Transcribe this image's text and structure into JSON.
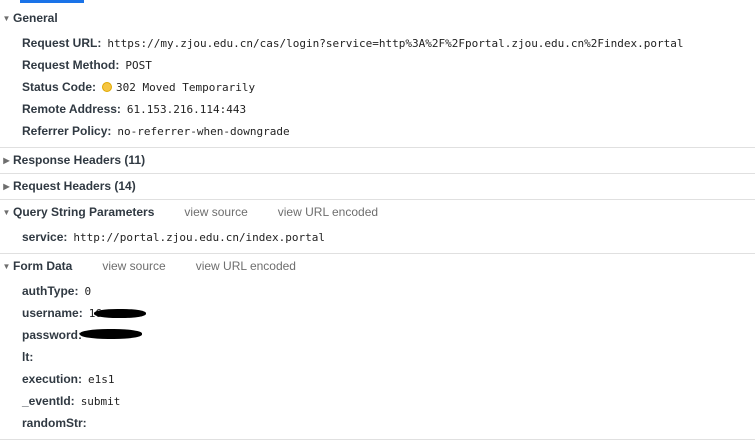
{
  "general": {
    "title": "General",
    "rows": [
      {
        "label": "Request URL:",
        "value": "https://my.zjou.edu.cn/cas/login?service=http%3A%2F%2Fportal.zjou.edu.cn%2Findex.portal"
      },
      {
        "label": "Request Method:",
        "value": "POST"
      },
      {
        "label": "Status Code:",
        "value": "302 Moved Temporarily"
      },
      {
        "label": "Remote Address:",
        "value": "61.153.216.114:443"
      },
      {
        "label": "Referrer Policy:",
        "value": "no-referrer-when-downgrade"
      }
    ],
    "status_color": "#f5c542"
  },
  "response_headers": {
    "title": "Response Headers (11)"
  },
  "request_headers": {
    "title": "Request Headers (14)"
  },
  "query_string": {
    "title": "Query String Parameters",
    "view_source": "view source",
    "view_url_encoded": "view URL encoded",
    "rows": [
      {
        "label": "service:",
        "value": "http://portal.zjou.edu.cn/index.portal"
      }
    ]
  },
  "form_data": {
    "title": "Form Data",
    "view_source": "view source",
    "view_url_encoded": "view URL encoded",
    "rows": [
      {
        "label": "authType:",
        "value": "0"
      },
      {
        "label": "username:",
        "value": "16"
      },
      {
        "label": "password:",
        "value": ""
      },
      {
        "label": "lt:",
        "value": ""
      },
      {
        "label": "execution:",
        "value": "e1s1"
      },
      {
        "label": "_eventId:",
        "value": "submit"
      },
      {
        "label": "randomStr:",
        "value": ""
      }
    ]
  },
  "icons": {
    "expanded": "triangle-down-icon",
    "collapsed": "triangle-right-icon"
  },
  "accent_color": "#1a73e8"
}
